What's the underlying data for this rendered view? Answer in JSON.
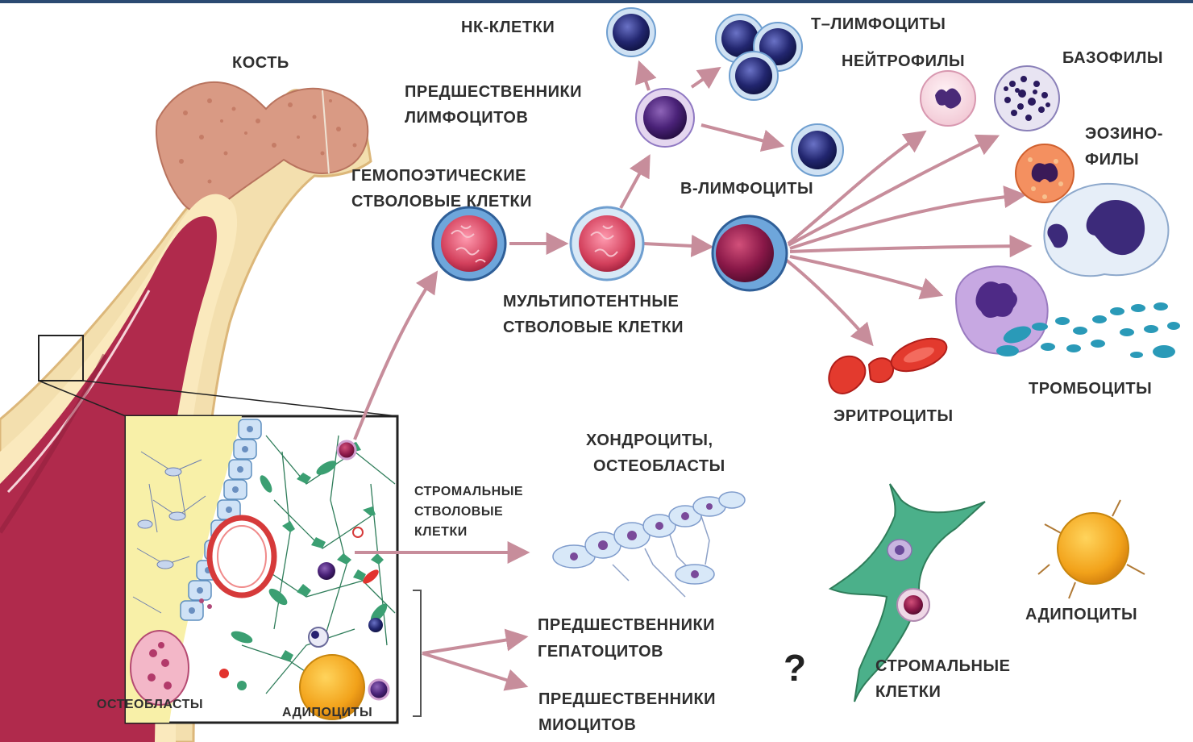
{
  "labels": {
    "bone": "КОСТЬ",
    "nk_cells": "НК-КЛЕТКИ",
    "t_lymphocytes": "Т–ЛИМФОЦИТЫ",
    "neutrophils": "НЕЙТРОФИЛЫ",
    "basophils": "БАЗОФИЛЫ",
    "lymphocyte_precursors_1": "ПРЕДШЕСТВЕННИКИ",
    "lymphocyte_precursors_2": "ЛИМФОЦИТОВ",
    "eosinophils_1": "ЭОЗИНО-",
    "eosinophils_2": "ФИЛЫ",
    "hsc_1": "ГЕМОПОЭТИЧЕСКИЕ",
    "hsc_2": "СТВОЛОВЫЕ КЛЕТКИ",
    "b_lymphocytes": "В-ЛИМФОЦИТЫ",
    "multipotent_1": "МУЛЬТИПОТЕНТНЫЕ",
    "multipotent_2": "СТВОЛОВЫЕ КЛЕТКИ",
    "platelets": "ТРОМБОЦИТЫ",
    "erythrocytes": "ЭРИТРОЦИТЫ",
    "chondro_1": "ХОНДРОЦИТЫ,",
    "chondro_2": "ОСТЕОБЛАСТЫ",
    "stromal_stem_1": "СТРОМАЛЬНЫЕ",
    "stromal_stem_2": "СТВОЛОВЫЕ",
    "stromal_stem_3": "КЛЕТКИ",
    "hepatocyte_prec_1": "ПРЕДШЕСТВЕННИКИ",
    "hepatocyte_prec_2": "ГЕПАТОЦИТОВ",
    "myocyte_prec_1": "ПРЕДШЕСТВЕННИКИ",
    "myocyte_prec_2": "МИОЦИТОВ",
    "question": "?",
    "stromal_cells_1": "СТРОМАЛЬНЫЕ",
    "stromal_cells_2": "КЛЕТКИ",
    "adipocytes": "АДИПОЦИТЫ",
    "inset_osteoblasts": "ОСТЕОБЛАСТЫ",
    "inset_adipocytes": "АДИПОЦИТЫ"
  },
  "colors": {
    "arrow": "#c78d9b",
    "bone_marrow": "#b02a4c",
    "bone_cortex": "#f3dfae",
    "inset_fill": "#f8f0a8",
    "stroma_green": "#3b9f72",
    "cell_membrane": "#7fb1de",
    "nucleus_purple": "#3e1d63",
    "erythrocyte_red": "#e33a2e",
    "adipocyte_orange": "#f2a21a",
    "topbar": "#2c4a72"
  }
}
